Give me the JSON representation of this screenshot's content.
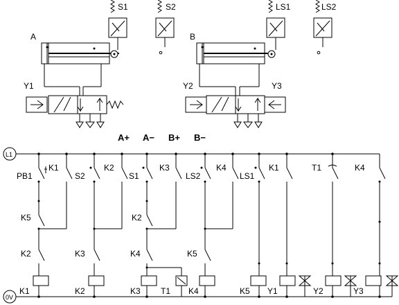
{
  "pneumatic": {
    "cylinder_a_label": "A",
    "cylinder_b_label": "B",
    "sensor_s1": "S1",
    "sensor_s2": "S2",
    "sensor_ls1": "LS1",
    "sensor_ls2": "LS2",
    "valve_y1": "Y1",
    "valve_y2": "Y2",
    "valve_y3": "Y3"
  },
  "sequence": [
    "A+",
    "A−",
    "B+",
    "B−"
  ],
  "ladder": {
    "rail_top": "L1",
    "rail_bottom": "0V",
    "rungs": [
      {
        "top": "PB1",
        "mid": "K5",
        "low": "K2",
        "coil": "K1"
      },
      {
        "top": "K1",
        "mid": "",
        "low": "",
        "coil": ""
      },
      {
        "top": "S2",
        "mid": "",
        "low": "K3",
        "coil": "K2"
      },
      {
        "top": "K2",
        "mid": "",
        "low": "",
        "coil": ""
      },
      {
        "top": "S1",
        "mid": "K2",
        "low": "K4",
        "coil": "K3"
      },
      {
        "top": "K3",
        "mid": "",
        "low": "",
        "coil": ""
      },
      {
        "top": "",
        "mid": "",
        "low": "",
        "coil": "T1"
      },
      {
        "top": "LS2",
        "mid": "",
        "low": "K5",
        "coil": "K4"
      },
      {
        "top": "K4",
        "mid": "",
        "low": "",
        "coil": ""
      },
      {
        "top": "LS1",
        "mid": "",
        "low": "",
        "coil": "K5"
      },
      {
        "top": "K1",
        "mid": "",
        "low": "",
        "coil": "Y1"
      },
      {
        "top": "T1",
        "mid": "",
        "low": "",
        "coil": "Y2"
      },
      {
        "top": "K4",
        "mid": "",
        "low": "",
        "coil": "Y3"
      }
    ]
  }
}
